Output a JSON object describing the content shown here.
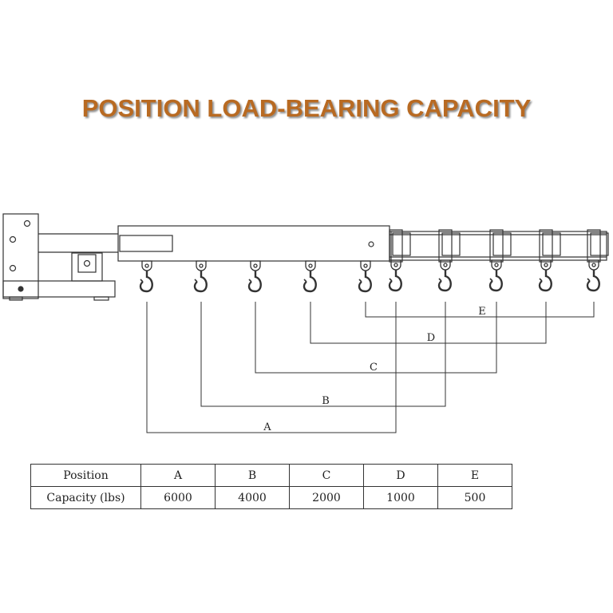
{
  "title": "POSITION LOAD-BEARING CAPACITY",
  "colors": {
    "title": "#b86a22",
    "line": "#333333"
  },
  "diagram": {
    "icons": [
      "hook-icon",
      "bracket-icon"
    ],
    "dimension_labels": [
      "A",
      "B",
      "C",
      "D",
      "E"
    ]
  },
  "table": {
    "row_labels": {
      "position": "Position",
      "capacity": "Capacity (lbs)"
    },
    "columns": [
      {
        "position": "A",
        "capacity": "6000"
      },
      {
        "position": "B",
        "capacity": "4000"
      },
      {
        "position": "C",
        "capacity": "2000"
      },
      {
        "position": "D",
        "capacity": "1000"
      },
      {
        "position": "E",
        "capacity": "500"
      }
    ]
  }
}
